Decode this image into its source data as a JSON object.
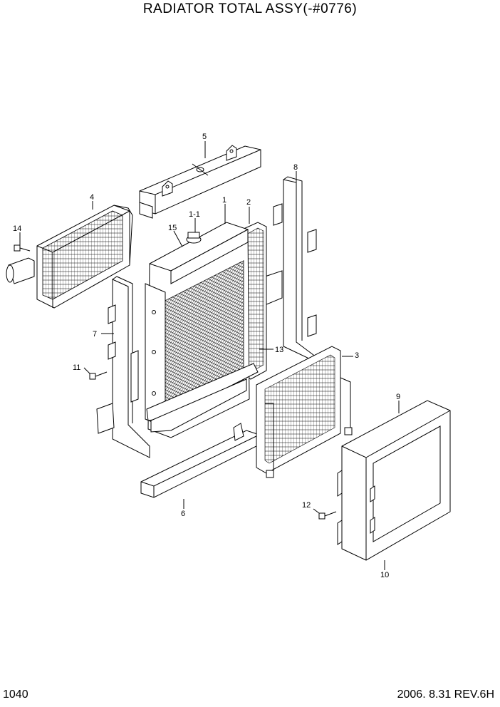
{
  "header": {
    "title": "RADIATOR TOTAL ASSY(-#0776)"
  },
  "footer": {
    "page_number": "1040",
    "revision": "2006. 8.31  REV.6H"
  },
  "callouts": {
    "p1": "1",
    "p1_1": "1-1",
    "p2": "2",
    "p3": "3",
    "p4": "4",
    "p5": "5",
    "p6": "6",
    "p7": "7",
    "p8": "8",
    "p9": "9",
    "p10": "10",
    "p11": "11",
    "p12": "12",
    "p13": "13",
    "p14": "14",
    "p15": "15"
  }
}
